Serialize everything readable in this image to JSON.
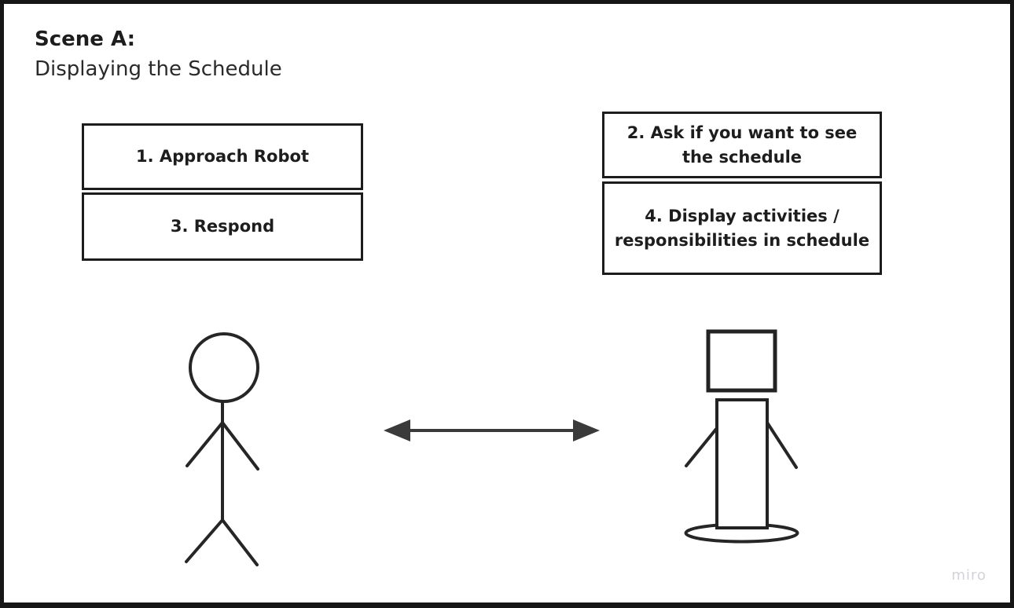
{
  "scene": {
    "heading": "Scene A:",
    "subtitle": "Displaying the Schedule"
  },
  "human_actions": [
    {
      "label": "1. Approach Robot"
    },
    {
      "label": "3. Respond"
    }
  ],
  "robot_actions": [
    {
      "label": "2. Ask if you want to see the schedule"
    },
    {
      "label": "4. Display activities / responsibilities in schedule"
    }
  ],
  "figures": {
    "left": "stick-person",
    "right": "robot-with-base",
    "connector": "double-headed-arrow"
  },
  "watermark": {
    "label": "miro"
  },
  "colors": {
    "background": "#ffffff",
    "frame": "#161616",
    "box_border": "#1c1c1c",
    "text": "#1d1d1d",
    "figure_stroke": "#262626",
    "arrow": "#3a3a3a",
    "watermark": "#d2d2dc"
  }
}
